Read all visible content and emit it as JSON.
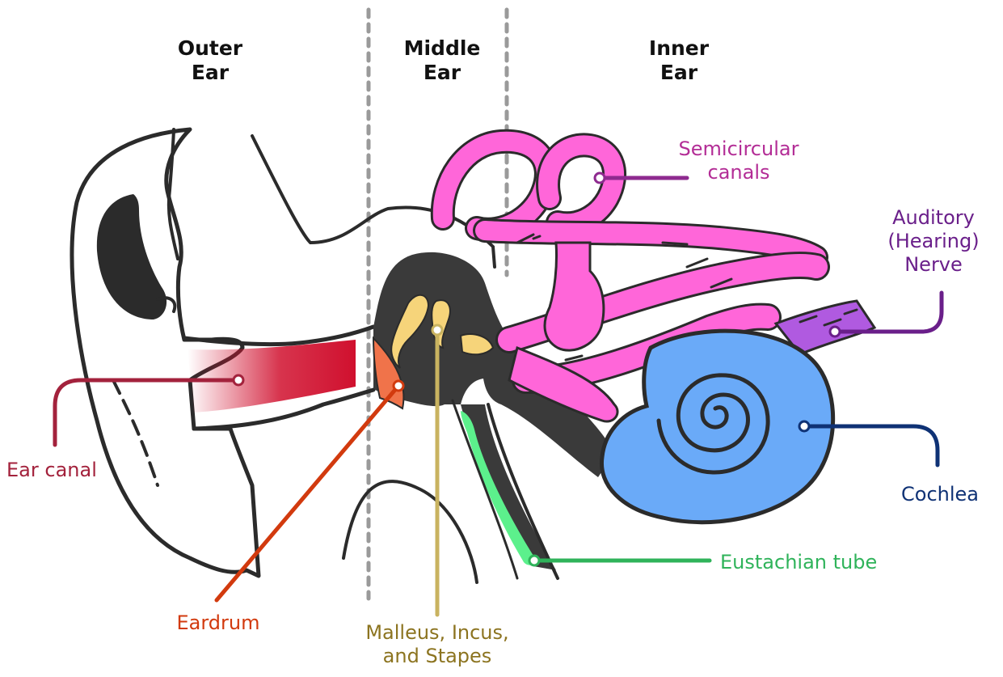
{
  "sections": {
    "outer": [
      "Outer",
      "Ear"
    ],
    "middle": [
      "Middle",
      "Ear"
    ],
    "inner": [
      "Inner",
      "Ear"
    ]
  },
  "labels": {
    "semicircular": {
      "lines": [
        "Semicircular",
        "canals"
      ],
      "color": "#b32d96"
    },
    "auditory": {
      "lines": [
        "Auditory",
        "(Hearing)",
        "Nerve"
      ],
      "color": "#6a1f8a"
    },
    "ear_canal": {
      "lines": [
        "Ear canal"
      ],
      "color": "#a3223c"
    },
    "cochlea": {
      "lines": [
        "Cochlea"
      ],
      "color": "#0f3275"
    },
    "eustachian": {
      "lines": [
        "Eustachian tube"
      ],
      "color": "#2fb35a"
    },
    "eardrum": {
      "lines": [
        "Eardrum"
      ],
      "color": "#d23a0e"
    },
    "ossicles": {
      "lines": [
        "Malleus, Incus,",
        "and Stapes"
      ],
      "color": "#8c7420"
    }
  },
  "colors": {
    "outline": "#2b2b2b",
    "cavity": "#3a3a3a",
    "semicircular_fill": "#ff66d9",
    "cochlea_fill": "#6aaaf8",
    "nerve_fill": "#b05ae0",
    "ear_canal_fill": "#d0102e",
    "eardrum_fill": "#f0734a",
    "ossicle_fill": "#f6d47a",
    "eustachian_fill": "#5cf08c"
  }
}
